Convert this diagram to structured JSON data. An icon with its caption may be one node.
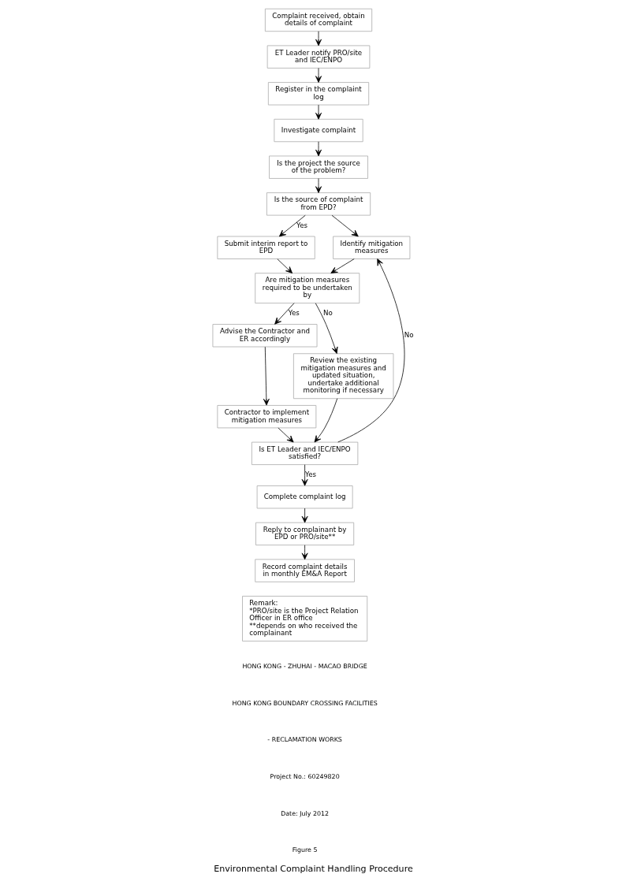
{
  "diagram": {
    "title": "Environmental Complaint Handling Procedure",
    "nodes": [
      {
        "text": [
          "Complaint received, obtain details of complaint"
        ]
      },
      {
        "text": [
          "ET Leader notify PRO/site and IEC/ENPO"
        ]
      },
      {
        "text": [
          "Register in the complaint log"
        ]
      },
      {
        "text": [
          "Investigate complaint"
        ]
      },
      {
        "text": [
          "Is the project the source of the problem?"
        ]
      },
      {
        "text": [
          "Is the source of complaint from EPD?"
        ]
      },
      {
        "text": [
          "Submit interim report to EPD"
        ]
      },
      {
        "text": [
          "Identify mitigation measures"
        ]
      },
      {
        "text": [
          "Are mitigation measures required to be undertaken by"
        ]
      },
      {
        "text": [
          "Advise the Contractor and ER accordingly"
        ]
      },
      {
        "text": [
          "Contractor to implement mitigation measures"
        ]
      },
      {
        "text": [
          "Review the existing mitigation measures and updated situation, undertake additional monitoring if necessary"
        ]
      },
      {
        "text": [
          "Is ET Leader and IEC/ENPO satisfied?"
        ]
      },
      {
        "text": [
          "Complete complaint log"
        ]
      },
      {
        "text": [
          "Reply to complainant by EPD or PRO/site**"
        ]
      },
      {
        "text": [
          "Record complaint details in monthly EM&A Report"
        ]
      },
      {
        "text": [
          "Remark:",
          "*PRO/site is the Project Relation Officer in ER office",
          "**depends on who received the complainant"
        ]
      }
    ],
    "edges": [
      {
        "from": 0,
        "to": 1,
        "arrow": "to"
      },
      {
        "from": 1,
        "to": 2,
        "arrow": "to"
      },
      {
        "from": 2,
        "to": 3,
        "arrow": "to"
      },
      {
        "from": 3,
        "to": 4,
        "arrow": "to"
      },
      {
        "from": 4,
        "to": 5,
        "arrow": "to"
      },
      {
        "from": 5,
        "to": 6,
        "arrow": "to",
        "label": "Yes"
      },
      {
        "from": 5,
        "to": 7,
        "arrow": "to"
      },
      {
        "from": 6,
        "to": 8,
        "arrow": "to"
      },
      {
        "from": 7,
        "to": 8,
        "arrow": "to"
      },
      {
        "from": 8,
        "to": 9,
        "arrow": "to",
        "label": "Yes"
      },
      {
        "from": 8,
        "to": 11,
        "arrow": "to",
        "label": "No"
      },
      {
        "from": 9,
        "to": 10,
        "arrow": "to"
      },
      {
        "from": 10,
        "to": 12,
        "arrow": "to"
      },
      {
        "from": 11,
        "to": 12,
        "arrow": "to"
      },
      {
        "from": 12,
        "to": 13,
        "arrow": "to",
        "label": "Yes"
      },
      {
        "from": 12,
        "to": 7,
        "arrow": "to",
        "label": "No"
      },
      {
        "from": 13,
        "to": 14,
        "arrow": "to"
      },
      {
        "from": 14,
        "to": 15,
        "arrow": "to"
      }
    ],
    "labels": [
      "HONG KONG - ZHUHAI - MACAO BRIDGE",
      "HONG KONG BOUNDARY CROSSING FACILITIES",
      "- RECLAMATION WORKS",
      "Project No.: 60249820",
      "Date: July 2012",
      "Figure 5"
    ]
  }
}
